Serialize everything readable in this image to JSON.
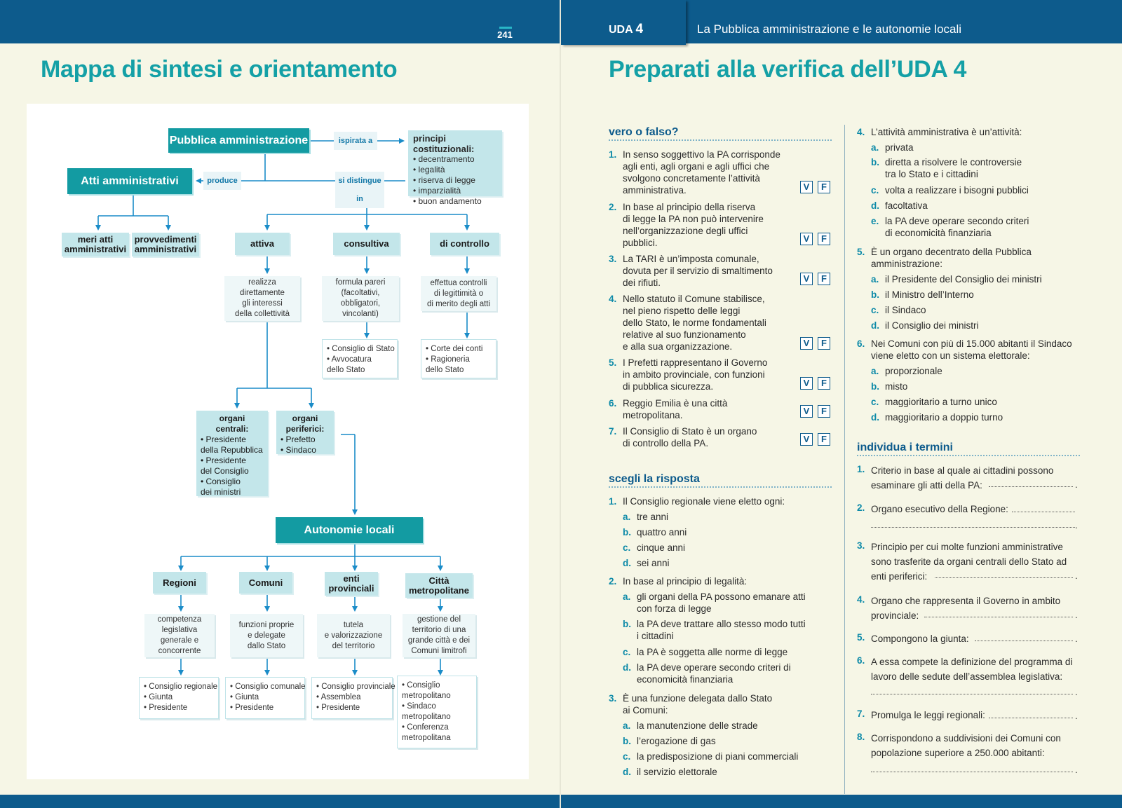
{
  "header": {
    "page_number": "241",
    "uda_label": "UDA",
    "uda_number": "4",
    "uda_title": "La Pubblica amministrazione e le autonomie locali"
  },
  "left": {
    "title": "Mappa di sintesi e orientamento",
    "map": {
      "pubblica_amministrazione": "Pubblica amministrazione",
      "ispirata_a": "ispirata a",
      "principi_title": "principi costituzionali:",
      "principi": [
        "• decentramento",
        "• legalità",
        "• riserva di legge",
        "• imparzialità",
        "• buon andamento"
      ],
      "atti_amministrativi": "Atti amministrativi",
      "produce": "produce",
      "si_distingue_in": "si distingue in",
      "meri_atti": [
        "meri atti",
        "amministrativi"
      ],
      "provvedimenti": [
        "provvedimenti",
        "amministrativi"
      ],
      "attiva": "attiva",
      "consultiva": "consultiva",
      "di_controllo": "di controllo",
      "attiva_desc": [
        "realizza",
        "direttamente",
        "gli interessi",
        "della collettività"
      ],
      "consultiva_desc": [
        "formula pareri",
        "(facoltativi,",
        "obbligatori,",
        "vincolanti)"
      ],
      "controllo_desc": [
        "effettua controlli",
        "di legittimità o",
        "di merito degli atti"
      ],
      "consultiva_list": [
        "• Consiglio di Stato",
        "• Avvocatura",
        "   dello Stato"
      ],
      "controllo_list": [
        "• Corte dei conti",
        "• Ragioneria",
        "   dello Stato"
      ],
      "organi_centrali_title": [
        "organi",
        "centrali:"
      ],
      "organi_centrali": [
        "• Presidente",
        "   della Repubblica",
        "• Presidente",
        "   del Consiglio",
        "• Consiglio",
        "   dei ministri"
      ],
      "organi_periferici_title": [
        "organi",
        "periferici:"
      ],
      "organi_periferici": [
        "• Prefetto",
        "• Sindaco"
      ],
      "autonomie_locali": "Autonomie locali",
      "regioni": "Regioni",
      "comuni": "Comuni",
      "enti_provinciali": [
        "enti",
        "provinciali"
      ],
      "citta_metropolitane": [
        "Città",
        "metropolitane"
      ],
      "regioni_desc": [
        "competenza",
        "legislativa",
        "generale e",
        "concorrente"
      ],
      "comuni_desc": [
        "funzioni proprie",
        "e delegate",
        "dallo Stato"
      ],
      "enti_desc": [
        "tutela",
        "e valorizzazione",
        "del territorio"
      ],
      "citta_desc": [
        "gestione del",
        "territorio di una",
        "grande città e dei",
        "Comuni limitrofi"
      ],
      "regioni_list": [
        "• Consiglio regionale",
        "• Giunta",
        "• Presidente"
      ],
      "comuni_list": [
        "• Consiglio comunale",
        "• Giunta",
        "• Presidente"
      ],
      "enti_list": [
        "• Consiglio provinciale",
        "• Assemblea",
        "• Presidente"
      ],
      "citta_list": [
        "• Consiglio",
        "   metropolitano",
        "• Sindaco",
        "   metropolitano",
        "• Conferenza",
        "   metropolitana"
      ]
    }
  },
  "right": {
    "title": "Preparati alla verifica dell’UDA 4",
    "vf_section": "vero o falso?",
    "v_label": "V",
    "f_label": "F",
    "vf_items": [
      {
        "n": "1.",
        "text": "In senso soggettivo la PA corrisponde\nagli enti, agli organi e agli uffici che\nsvolgono concretamente l’attività\namministrativa."
      },
      {
        "n": "2.",
        "text": "In base al principio della riserva\ndi legge la PA non può intervenire\nnell’organizzazione degli uffici\npubblici."
      },
      {
        "n": "3.",
        "text": "La TARI è un’imposta comunale,\ndovuta per il servizio di smaltimento\ndei rifiuti."
      },
      {
        "n": "4.",
        "text": "Nello statuto il Comune stabilisce,\nnel pieno rispetto delle leggi\ndello Stato, le norme fondamentali\nrelative al suo funzionamento\ne alla sua organizzazione."
      },
      {
        "n": "5.",
        "text": "I Prefetti rappresentano il Governo\nin ambito provinciale, con funzioni\ndi pubblica sicurezza."
      },
      {
        "n": "6.",
        "text": "Reggio Emilia è una città\nmetropolitana."
      },
      {
        "n": "7.",
        "text": "Il Consiglio di Stato è un organo\ndi controllo della PA."
      }
    ],
    "sr_section": "scegli la risposta",
    "sr_items": [
      {
        "n": "1.",
        "text": "Il Consiglio regionale viene eletto ogni:",
        "options": [
          {
            "l": "a.",
            "t": "tre anni"
          },
          {
            "l": "b.",
            "t": "quattro anni"
          },
          {
            "l": "c.",
            "t": "cinque anni"
          },
          {
            "l": "d.",
            "t": "sei anni"
          }
        ]
      },
      {
        "n": "2.",
        "text": "In base al principio di legalità:",
        "options": [
          {
            "l": "a.",
            "t": "gli organi della PA possono emanare atti\ncon forza di legge"
          },
          {
            "l": "b.",
            "t": "la PA deve trattare allo stesso modo tutti\ni cittadini"
          },
          {
            "l": "c.",
            "t": "la PA è soggetta alle norme di legge"
          },
          {
            "l": "d.",
            "t": "la PA deve operare secondo criteri di\neconomicità finanziaria"
          }
        ]
      },
      {
        "n": "3.",
        "text": "È una funzione delegata dallo Stato\nai Comuni:",
        "options": [
          {
            "l": "a.",
            "t": "la manutenzione delle strade"
          },
          {
            "l": "b.",
            "t": "l’erogazione di gas"
          },
          {
            "l": "c.",
            "t": "la predisposizione di piani commerciali"
          },
          {
            "l": "d.",
            "t": "il servizio elettorale"
          }
        ]
      },
      {
        "n": "4.",
        "text": "L’attività amministrativa è un’attività:",
        "options": [
          {
            "l": "a.",
            "t": "privata"
          },
          {
            "l": "b.",
            "t": "diretta a risolvere le controversie\ntra lo Stato e i cittadini"
          },
          {
            "l": "c.",
            "t": "volta a realizzare i bisogni pubblici"
          },
          {
            "l": "d.",
            "t": "facoltativa"
          },
          {
            "l": "e.",
            "t": "la PA deve operare secondo criteri\ndi economicità finanziaria"
          }
        ]
      },
      {
        "n": "5.",
        "text": "È un organo decentrato della Pubblica\namministrazione:",
        "options": [
          {
            "l": "a.",
            "t": "il Presidente del Consiglio dei ministri"
          },
          {
            "l": "b.",
            "t": "il Ministro dell’Interno"
          },
          {
            "l": "c.",
            "t": "il Sindaco"
          },
          {
            "l": "d.",
            "t": "il Consiglio dei ministri"
          }
        ]
      },
      {
        "n": "6.",
        "text": "Nei Comuni con più di 15.000 abitanti il Sindaco\nviene eletto con un sistema elettorale:",
        "options": [
          {
            "l": "a.",
            "t": "proporzionale"
          },
          {
            "l": "b.",
            "t": "misto"
          },
          {
            "l": "c.",
            "t": "maggioritario a turno unico"
          },
          {
            "l": "d.",
            "t": "maggioritario a doppio turno"
          }
        ]
      }
    ],
    "it_section": "individua i termini",
    "it_items": [
      {
        "n": "1.",
        "text": "Criterio in base al quale ai cittadini possono\nesaminare gli atti della PA:"
      },
      {
        "n": "2.",
        "text": "Organo esecutivo della Regione:"
      },
      {
        "n": "3.",
        "text": "Principio per cui molte funzioni amministrative\nsono trasferite da organi centrali dello Stato ad\nenti periferici:"
      },
      {
        "n": "4.",
        "text": "Organo che rappresenta il Governo in ambito\nprovinciale:"
      },
      {
        "n": "5.",
        "text": "Compongono la giunta:"
      },
      {
        "n": "6.",
        "text": "A essa compete la definizione del programma di\nlavoro delle sedute dell’assemblea legislativa:"
      },
      {
        "n": "7.",
        "text": "Promulga le leggi regionali:"
      },
      {
        "n": "8.",
        "text": "Corrispondono a suddivisioni dei Comuni con\npopolazione superiore a 250.000 abitanti:"
      }
    ]
  },
  "colors": {
    "header_blue": "#0d5b8c",
    "teal": "#139ba2",
    "title_teal": "#14a0a6",
    "light_teal": "#c3e6ea",
    "arrow_blue": "#1a8cc8"
  }
}
